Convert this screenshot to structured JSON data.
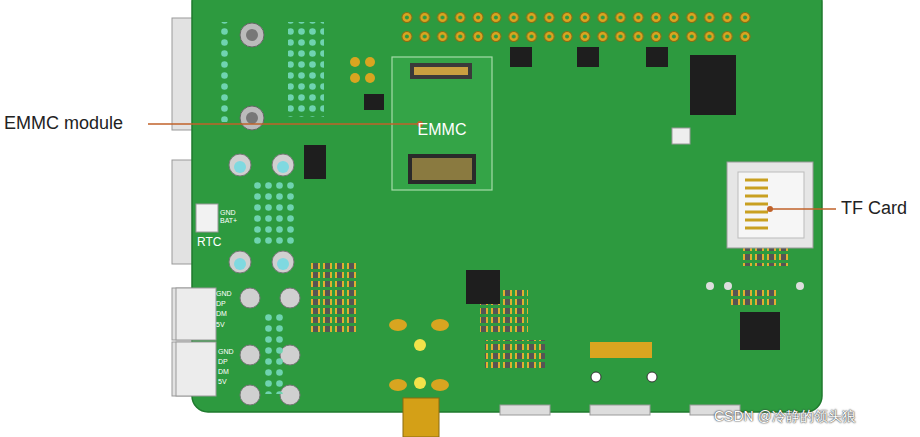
{
  "diagram": {
    "nodes": [
      {
        "text": [
          "EMMC"
        ]
      }
    ],
    "labels": [
      "EMMC module",
      "TF Card",
      "GND",
      "BAT+",
      "RTC",
      "GND",
      "DP",
      "DM",
      "5V",
      "GND",
      "DP",
      "DM",
      "5V",
      "CSDN @冷静的领头狼"
    ]
  }
}
